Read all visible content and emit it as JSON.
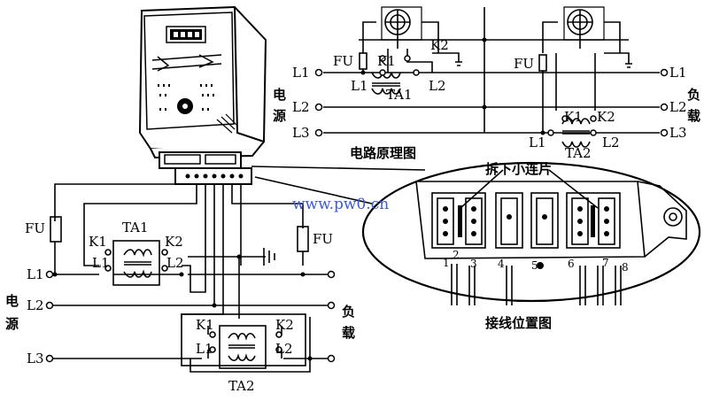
{
  "labels": {
    "L1": "L1",
    "L2": "L2",
    "L3": "L3",
    "K1": "K1",
    "K2": "K2",
    "FU": "FU",
    "TA1": "TA1",
    "TA2": "TA2",
    "source_char1": "电",
    "source_char2": "源",
    "load_char1": "负",
    "load_char2": "载",
    "principle_title": "电路原理图",
    "wiring_title": "接线位置图",
    "remove_link": "拆下小连片",
    "watermark": "www.pw0.cn"
  },
  "terminal_numbers": [
    "1",
    "2",
    "3",
    "4",
    "5",
    "6",
    "7",
    "8"
  ]
}
